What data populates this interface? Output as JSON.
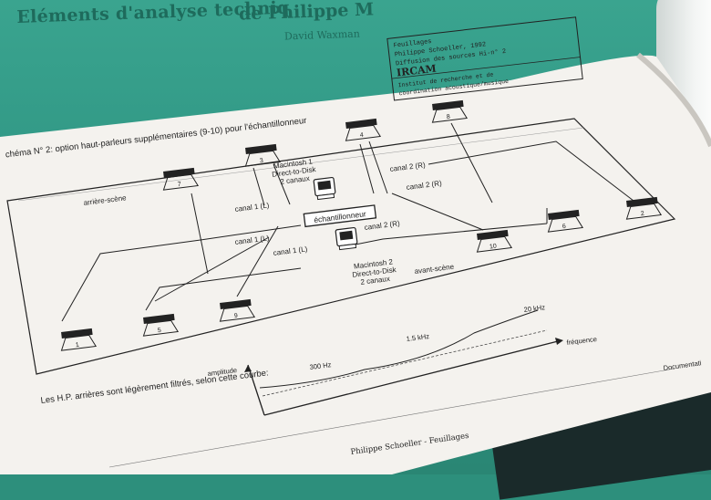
{
  "cover": {
    "title": "Eléments d'analyse techniq",
    "title_2": "de Philippe M",
    "author": "David Waxman"
  },
  "caption": {
    "schema_title": "chéma N° 2: option haut-parleurs supplémentaires (9-10) pour l'échantillonneur"
  },
  "info_box": {
    "line_1": "Feuillages",
    "line_2": "Philippe Schoeller, 1992",
    "line_3": "Diffusion des sources Hi-n° 2",
    "logo": "IRCAM",
    "line_4": "Institut de recherche et de",
    "line_5": "coordination acoustique/musique"
  },
  "labels": {
    "arriere_scene": "arrière-scène",
    "avant_scene": "avant-scène",
    "echantillonneur": "échantillonneur",
    "mac1_line1": "Macintosh 1",
    "mac1_line2": "Direct-to-Disk",
    "mac1_line3": "2 canaux",
    "mac2_line1": "Macintosh 2",
    "mac2_line2": "Direct-to-Disk",
    "mac2_line3": "2 canaux",
    "canal1_a": "canal 1 (L)",
    "canal1_b": "canal 1 (L)",
    "canal1_c": "canal 1 (L)",
    "canal2_a": "canal 2 (R)",
    "canal2_b": "canal 2 (R)",
    "canal2_c": "canal 2 (R)"
  },
  "speakers": [
    "1",
    "2",
    "3",
    "4",
    "5",
    "6",
    "7",
    "8",
    "9",
    "10"
  ],
  "curve": {
    "caption": "Les H.P. arrières sont légèrement filtrés, selon cette courbe:",
    "amplitude": "amplitude",
    "frequence": "fréquence",
    "f_300": "300 Hz",
    "f_1_5": "1.5 kHz",
    "f_20": "20 kHz"
  },
  "footer": {
    "running_head": "Philippe Schoeller - Feuillages",
    "documentation": "Documentati"
  },
  "colors": {
    "cover": "#2f9583",
    "page": "#f4f2ee",
    "ink": "#222222"
  }
}
